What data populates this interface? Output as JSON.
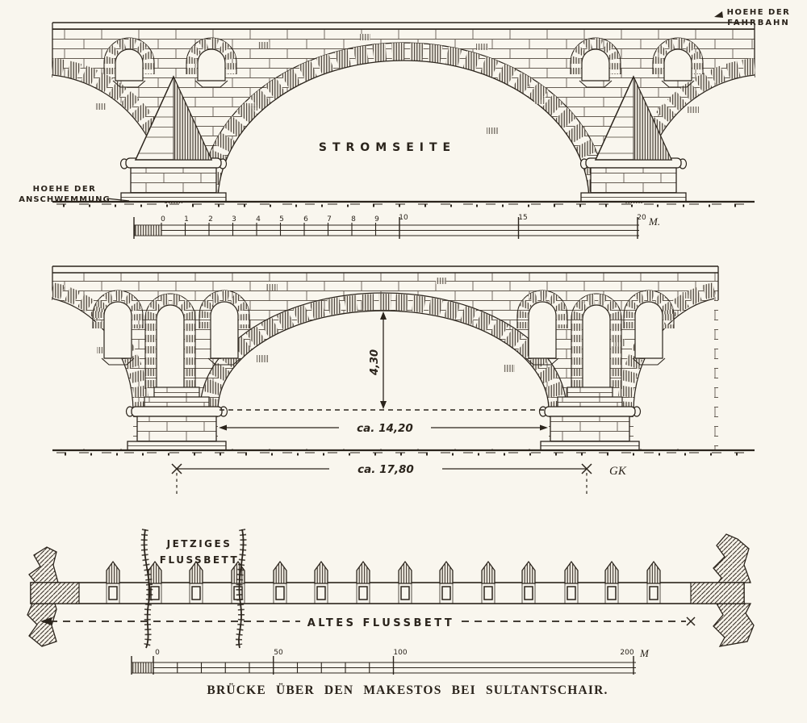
{
  "page": {
    "background": "#f9f6ee",
    "ink": "#2b241c"
  },
  "caption": "BRÜCKE ÜBER DEN MAKESTOS BEI SULTANTSCHAIR.",
  "top_elevation": {
    "roadway_label": {
      "line1": "HOEHE DER",
      "line2": "FAHRBAHN"
    },
    "alluvium_label": {
      "line1": "HOEHE DER",
      "line2": "ANSCHWEMMUNG"
    },
    "side_label": "STROMSEITE",
    "scale": {
      "unit": "M.",
      "tick_labels": [
        "0",
        "1",
        "2",
        "3",
        "4",
        "5",
        "6",
        "7",
        "8",
        "9",
        "10",
        "15",
        "20"
      ]
    }
  },
  "middle_elevation": {
    "rise_dim": "4,30",
    "clear_span_dim": "ca. 14,20",
    "pier_spacing_dim": "ca. 17,80",
    "monogram": "GK"
  },
  "plan_view": {
    "current_riverbed_label": {
      "line1": "JETZIGES",
      "line2": "FLUSSBETT"
    },
    "old_riverbed_label": "ALTES FLUSSBETT",
    "pier_count": 14,
    "scale": {
      "unit": "M",
      "tick_labels": [
        "0",
        "50",
        "100",
        "200"
      ]
    }
  }
}
